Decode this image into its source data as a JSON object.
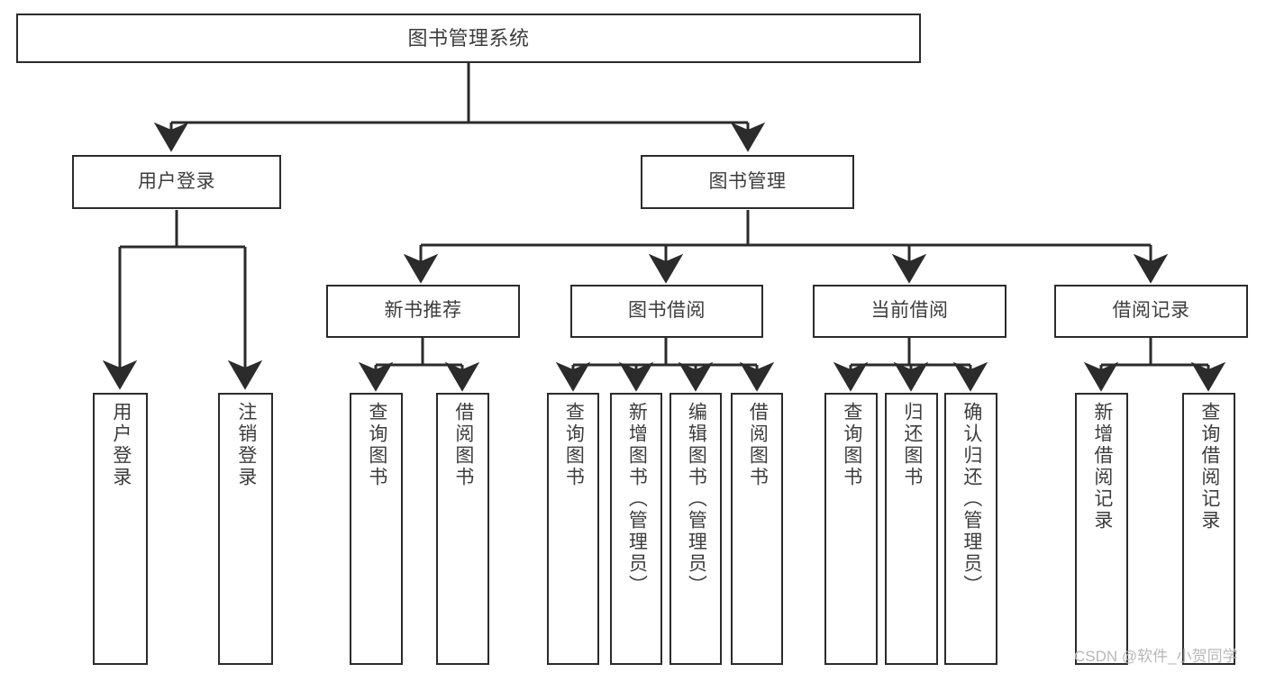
{
  "diagram": {
    "title": "图书管理系统",
    "type": "hierarchy-tree",
    "watermark": "CSDN @软件_小贺同学",
    "root": {
      "id": "root",
      "label": "图书管理系统"
    },
    "level2": [
      {
        "id": "user-login",
        "label": "用户登录"
      },
      {
        "id": "book-manage",
        "label": "图书管理"
      }
    ],
    "level3": [
      {
        "id": "new-book-rec",
        "label": "新书推荐",
        "parent": "book-manage"
      },
      {
        "id": "book-borrow",
        "label": "图书借阅",
        "parent": "book-manage"
      },
      {
        "id": "current-borrow",
        "label": "当前借阅",
        "parent": "book-manage"
      },
      {
        "id": "borrow-record",
        "label": "借阅记录",
        "parent": "book-manage"
      }
    ],
    "leaves": [
      {
        "id": "leaf-user-login",
        "label": "用户登录",
        "parent": "user-login"
      },
      {
        "id": "leaf-logout",
        "label": "注销登录",
        "parent": "user-login"
      },
      {
        "id": "leaf-rec-query",
        "label": "查询图书",
        "parent": "new-book-rec"
      },
      {
        "id": "leaf-rec-borrow",
        "label": "借阅图书",
        "parent": "new-book-rec"
      },
      {
        "id": "leaf-borrow-query",
        "label": "查询图书",
        "parent": "book-borrow"
      },
      {
        "id": "leaf-add-book",
        "label": "新增图书（管理员）",
        "parent": "book-borrow"
      },
      {
        "id": "leaf-edit-book",
        "label": "编辑图书（管理员）",
        "parent": "book-borrow"
      },
      {
        "id": "leaf-borrow-book",
        "label": "借阅图书",
        "parent": "book-borrow"
      },
      {
        "id": "leaf-cur-query",
        "label": "查询图书",
        "parent": "current-borrow"
      },
      {
        "id": "leaf-return-book",
        "label": "归还图书",
        "parent": "current-borrow"
      },
      {
        "id": "leaf-confirm-return",
        "label": "确认归还（管理员）",
        "parent": "current-borrow"
      },
      {
        "id": "leaf-add-record",
        "label": "新增借阅记录",
        "parent": "borrow-record"
      },
      {
        "id": "leaf-query-record",
        "label": "查询借阅记录",
        "parent": "borrow-record"
      }
    ],
    "colors": {
      "stroke": "#2b2b2b",
      "text": "#3d3d3d",
      "background": "#ffffff",
      "watermark": "#b8b8b8"
    }
  }
}
